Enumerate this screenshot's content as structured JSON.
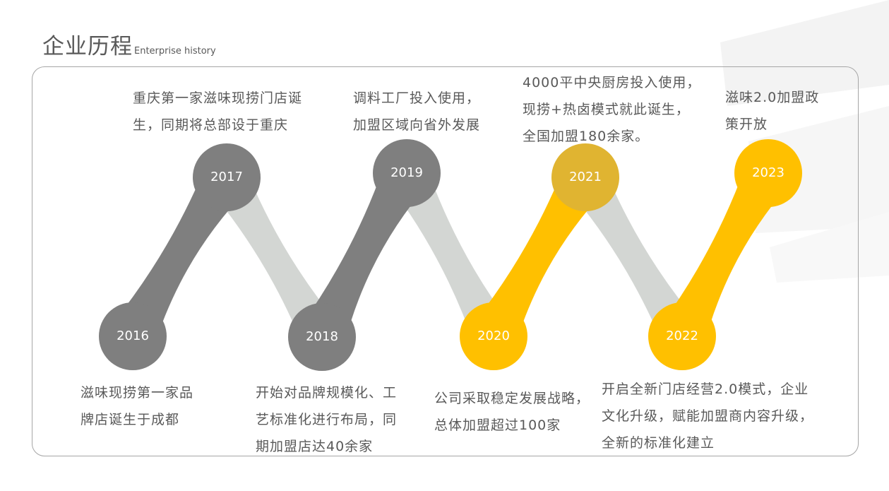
{
  "header": {
    "title_cn": "企业历程",
    "title_en": "Enterprise history"
  },
  "colors": {
    "gray": "#7f7f7f",
    "yellow": "#ffc000",
    "connector": "#d3d6d3",
    "text": "#595959",
    "frame": "#a6a6a6"
  },
  "milestones": [
    {
      "year": "2016",
      "color": "gray",
      "lines": [
        "滋味现捞第一家品",
        "牌店诞生于成都"
      ]
    },
    {
      "year": "2017",
      "color": "gray",
      "lines": [
        "重庆第一家滋味现捞门店诞",
        "生，同期将总部设于重庆"
      ]
    },
    {
      "year": "2018",
      "color": "gray",
      "lines": [
        "开始对品牌规模化、工",
        "艺标准化进行布局，同",
        "期加盟店达40余家"
      ]
    },
    {
      "year": "2019",
      "color": "gray",
      "lines": [
        "调料工厂投入使用，",
        "加盟区域向省外发展"
      ]
    },
    {
      "year": "2020",
      "color": "yellow",
      "lines": [
        "公司采取稳定发展战略，",
        "总体加盟超过100家"
      ]
    },
    {
      "year": "2021",
      "color": "yellow",
      "lines": [
        "4000平中央厨房投入使用，",
        "现捞+热卤模式就此诞生，",
        "全国加盟180余家。"
      ]
    },
    {
      "year": "2022",
      "color": "yellow",
      "lines": [
        "开启全新门店经营2.0模式，企业",
        "文化升级，赋能加盟商内容升级，",
        "全新的标准化建立"
      ]
    },
    {
      "year": "2023",
      "color": "yellow",
      "lines": [
        "滋味2.0加盟政",
        "策开放"
      ]
    }
  ]
}
